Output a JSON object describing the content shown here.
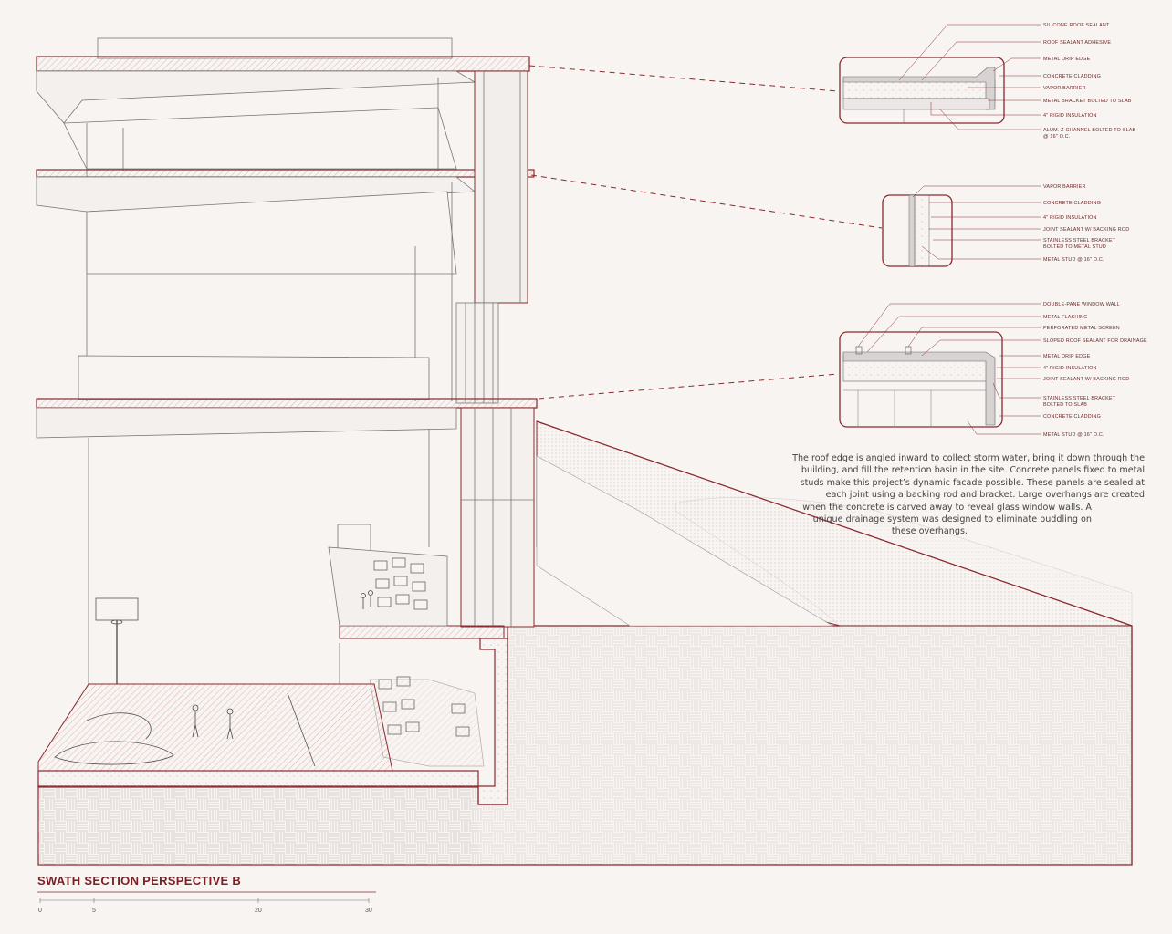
{
  "title": "SWATH SECTION PERSPECTIVE B",
  "description": [
    "The roof edge is angled inward to collect storm water, bring it down through the",
    "building, and fill the retention basin in the site. Concrete panels fixed to metal",
    "studs make this project’s dynamic facade possible. These panels are sealed at",
    "each joint using a backing rod and bracket. Large overhangs are created",
    "when the concrete is carved away to reveal glass window walls. A",
    "unique drainage system was designed to eliminate puddling on",
    "these overhangs."
  ],
  "details": {
    "roof": [
      "SILICONE ROOF SEALANT",
      "ROOF SEALANT ADHESIVE",
      "METAL DRIP EDGE",
      "CONCRETE CLADDING",
      "VAPOR BARRIER",
      "METAL BRACKET BOLTED TO SLAB",
      "4\" RIGID INSULATION",
      "ALUM. Z-CHANNEL BOLTED TO SLAB",
      "@ 16\" O.C."
    ],
    "wall": [
      "VAPOR BARRIER",
      "CONCRETE CLADDING",
      "4\" RIGID INSULATION",
      "JOINT SEALANT W/ BACKING ROD",
      "STAINLESS STEEL BRACKET",
      "BOLTED TO METAL STUD",
      "METAL STUD @ 16\" O.C."
    ],
    "overhang": [
      "DOUBLE-PANE WINDOW WALL",
      "METAL FLASHING",
      "PERFORATED METAL SCREEN",
      "SLOPED ROOF SEALANT FOR DRAINAGE",
      "METAL DRIP EDGE",
      "4\" RIGID INSULATION",
      "JOINT SEALANT W/ BACKING ROD",
      "STAINLESS STEEL BRACKET",
      "BOLTED TO SLAB",
      "CONCRETE CLADDING",
      "METAL STUD @ 16\" O.C."
    ]
  },
  "scale": [
    "0",
    "5",
    "20",
    "30"
  ],
  "colors": {
    "accent": "#8a2a2e",
    "line": "#6b6b6b",
    "paper": "#f7f4f1"
  }
}
